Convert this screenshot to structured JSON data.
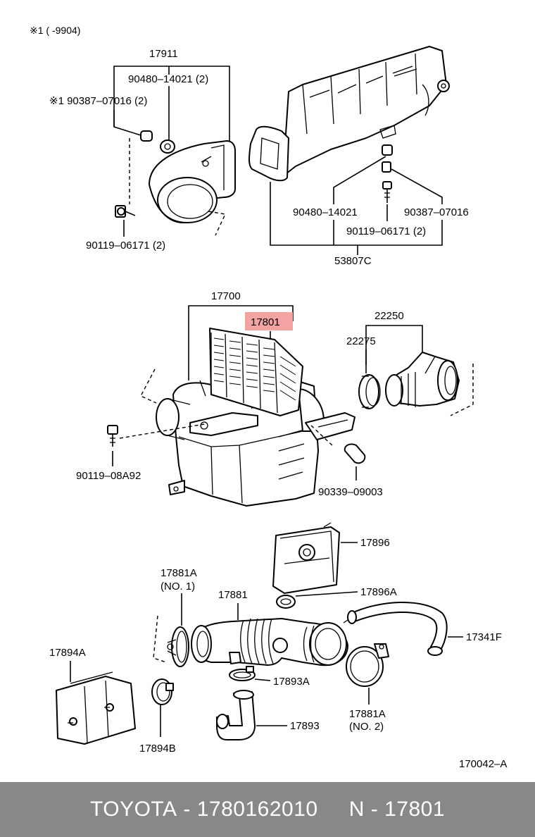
{
  "note": "※1 (      -9904)",
  "callouts": {
    "p17911": "17911",
    "p90480a": "90480–14021 (2)",
    "p90387a": "※1 90387–07016 (2)",
    "p90119a": "90119–06171 (2)",
    "p90480b": "90480–14021",
    "p90387b": "90387–07016",
    "p90119b": "90119–06171 (2)",
    "p53807": "53807C",
    "p17700": "17700",
    "p17801": "17801",
    "p22250": "22250",
    "p22275": "22275",
    "p90119c": "90119–08A92",
    "p90339": "90339–09003",
    "p17896": "17896",
    "p17881a1": "17881A",
    "p17881a1b": "(NO. 1)",
    "p17881": "17881",
    "p17896a": "17896A",
    "p17341": "17341F",
    "p17894a": "17894A",
    "p17893a": "17893A",
    "p17893": "17893",
    "p17881a2": "17881A",
    "p17881a2b": "(NO. 2)",
    "p17894b": "17894B"
  },
  "highlight_color": "#f4a3a3",
  "figure_code": "170042–A",
  "footer": {
    "brand": "TOYOTA",
    "part_number": "1780162010",
    "code": "N - 17801",
    "bg_color": "#888888"
  }
}
